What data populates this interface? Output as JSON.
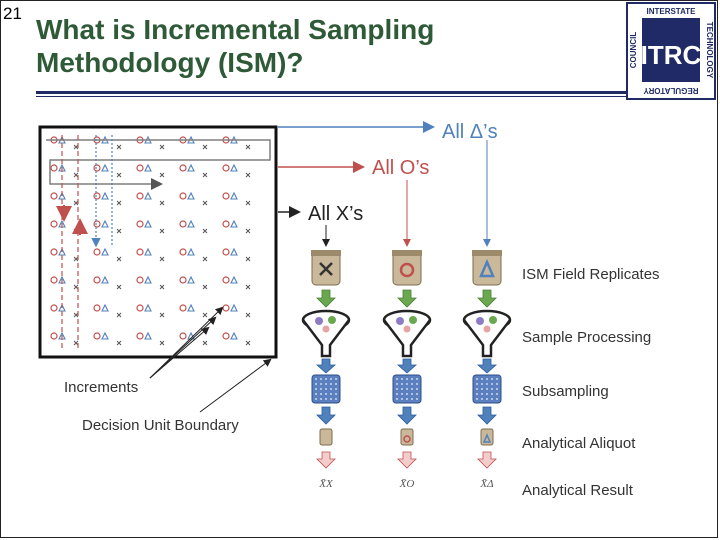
{
  "slide": {
    "number": "21",
    "title_line1": "What is Incremental Sampling",
    "title_line2": "Methodology (ISM)?"
  },
  "logo": {
    "top": "INTERSTATE",
    "left": "COUNCIL",
    "right": "TECHNOLOGY",
    "bottom": "REGULATORY",
    "mark": "ITRC"
  },
  "diagram": {
    "all_deltas": "All Δ’s",
    "all_os": "All O’s",
    "all_xs": "All X’s",
    "increments": "Increments",
    "boundary": "Decision Unit Boundary",
    "steps": [
      "ISM Field Replicates",
      "Sample Processing",
      "Subsampling",
      "Analytical Aliquot",
      "Analytical Result"
    ],
    "results": [
      "X̄X",
      "X̄O",
      "X̄Δ"
    ],
    "colors": {
      "title": "#2f5a37",
      "rule": "#1f2a66",
      "red": "#c0504d",
      "blue": "#4f81bd",
      "green": "#6aa84f",
      "gray_arrow": "#7f7f7f"
    }
  }
}
